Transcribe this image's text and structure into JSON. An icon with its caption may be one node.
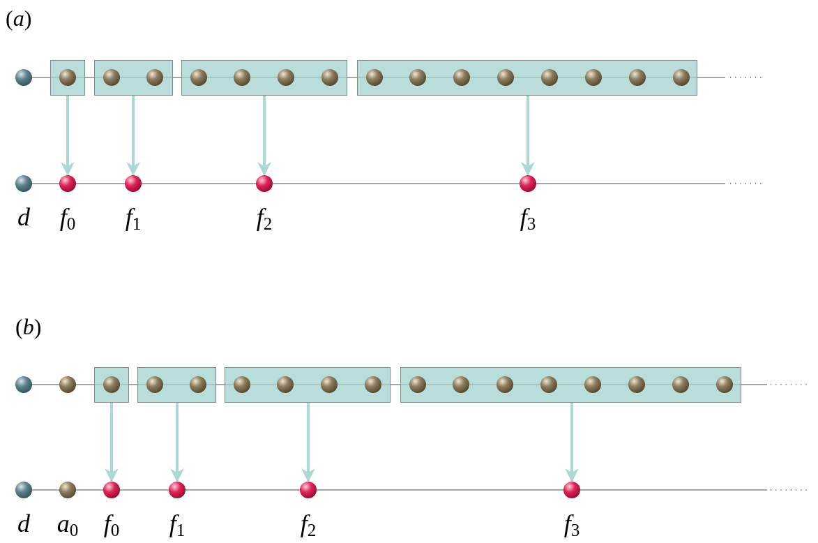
{
  "diagram": {
    "nodes": [
      {
        "text": [],
        "shape": "circle"
      },
      {
        "text": [],
        "shape": "box"
      },
      {
        "text": [],
        "shape": "circle",
        "in": 1
      },
      {
        "text": [],
        "shape": "box"
      },
      {
        "text": [],
        "shape": "circle",
        "in": 3
      },
      {
        "text": [],
        "shape": "circle",
        "in": 3
      },
      {
        "text": [],
        "shape": "box"
      },
      {
        "text": [],
        "shape": "circle",
        "in": 6
      },
      {
        "text": [],
        "shape": "circle",
        "in": 6
      },
      {
        "text": [],
        "shape": "circle",
        "in": 6
      },
      {
        "text": [],
        "shape": "circle",
        "in": 6
      },
      {
        "text": [],
        "shape": "box"
      },
      {
        "text": [],
        "shape": "circle",
        "in": 11
      },
      {
        "text": [],
        "shape": "circle",
        "in": 11
      },
      {
        "text": [],
        "shape": "circle",
        "in": 11
      },
      {
        "text": [],
        "shape": "circle",
        "in": 11
      },
      {
        "text": [],
        "shape": "circle",
        "in": 11
      },
      {
        "text": [],
        "shape": "circle",
        "in": 11
      },
      {
        "text": [],
        "shape": "circle",
        "in": 11
      },
      {
        "text": [],
        "shape": "circle",
        "in": 11
      },
      {
        "text": [],
        "shape": "circle",
        "beside": [
          "d"
        ]
      },
      {
        "text": [],
        "shape": "circle",
        "beside": [
          "f$_{0}$"
        ]
      },
      {
        "text": [],
        "shape": "circle",
        "beside": [
          "f$_{1}$"
        ]
      },
      {
        "text": [],
        "shape": "circle",
        "beside": [
          "f$_{2}$"
        ]
      },
      {
        "text": [],
        "shape": "circle",
        "beside": [
          "f$_{3}$"
        ]
      },
      {
        "text": [],
        "shape": "circle"
      },
      {
        "text": [],
        "shape": "circle"
      },
      {
        "text": [],
        "shape": "box"
      },
      {
        "text": [],
        "shape": "circle",
        "in": 27
      },
      {
        "text": [],
        "shape": "box"
      },
      {
        "text": [],
        "shape": "circle",
        "in": 29
      },
      {
        "text": [],
        "shape": "circle",
        "in": 29
      },
      {
        "text": [],
        "shape": "box"
      },
      {
        "text": [],
        "shape": "circle",
        "in": 32
      },
      {
        "text": [],
        "shape": "circle",
        "in": 32
      },
      {
        "text": [],
        "shape": "circle",
        "in": 32
      },
      {
        "text": [],
        "shape": "circle",
        "in": 32
      },
      {
        "text": [],
        "shape": "box"
      },
      {
        "text": [],
        "shape": "circle",
        "in": 37
      },
      {
        "text": [],
        "shape": "circle",
        "in": 37
      },
      {
        "text": [],
        "shape": "circle",
        "in": 37
      },
      {
        "text": [],
        "shape": "circle",
        "in": 37
      },
      {
        "text": [],
        "shape": "circle",
        "in": 37
      },
      {
        "text": [],
        "shape": "circle",
        "in": 37
      },
      {
        "text": [],
        "shape": "circle",
        "in": 37
      },
      {
        "text": [],
        "shape": "circle",
        "in": 37
      },
      {
        "text": [],
        "shape": "circle",
        "beside": [
          "d"
        ]
      },
      {
        "text": [],
        "shape": "circle",
        "beside": [
          "a$_{0}$"
        ]
      },
      {
        "text": [],
        "shape": "circle",
        "beside": [
          "f$_{0}$"
        ]
      },
      {
        "text": [],
        "shape": "circle",
        "beside": [
          "f$_{1}$"
        ]
      },
      {
        "text": [],
        "shape": "circle",
        "beside": [
          "f$_{2}$"
        ]
      },
      {
        "text": [],
        "shape": "circle",
        "beside": [
          "f$_{3}$"
        ]
      }
    ],
    "edges": [
      {
        "from": 1,
        "to": 21,
        "arrow": "to"
      },
      {
        "from": 3,
        "to": 22,
        "arrow": "to"
      },
      {
        "from": 6,
        "to": 23,
        "arrow": "to"
      },
      {
        "from": 11,
        "to": 24,
        "arrow": "to"
      },
      {
        "from": 27,
        "to": 48,
        "arrow": "to"
      },
      {
        "from": 29,
        "to": 49,
        "arrow": "to"
      },
      {
        "from": 32,
        "to": 50,
        "arrow": "to"
      },
      {
        "from": 37,
        "to": 51,
        "arrow": "to"
      }
    ],
    "labels": [
      "(*a*)",
      "(*b*)"
    ]
  }
}
